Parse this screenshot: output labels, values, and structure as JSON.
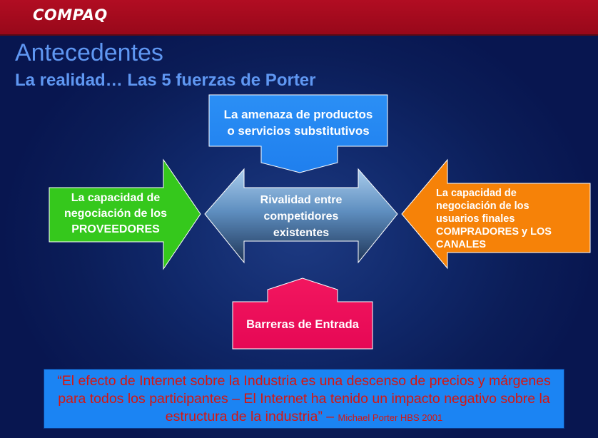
{
  "header": {
    "logo": "COMPAQ"
  },
  "slide": {
    "title": "Antecedentes",
    "subtitle_bold": "La realidad…",
    "subtitle_rest": " Las 5 fuerzas de Porter"
  },
  "forces": {
    "top_line1": "La amenaza de productos",
    "top_line2": "o servicios substitutivos",
    "left_line1": "La capacidad de",
    "left_line2": "negociación de los",
    "left_line3": "PROVEEDORES",
    "center_line1": "Rivalidad entre",
    "center_line2": "competidores",
    "center_line3": "existentes",
    "right_line1": "La capacidad de",
    "right_line2": "negociación de los",
    "right_line3": "usuarios finales",
    "right_line4": "COMPRADORES y LOS",
    "right_line5": "CANALES",
    "bottom": "Barreras de Entrada"
  },
  "quote": {
    "text": "“El efecto de Internet sobre la Industria es una descenso de precios y márgenes para todos los participantes – El Internet ha tenido un impacto negativo sobre la estructura de la industria” – ",
    "source": "Michael Porter HBS 2001"
  },
  "colors": {
    "header_red": "#a80a1e",
    "title_blue": "#5f97f2",
    "top_force": "#2b8ff5",
    "left_force": "#35c81c",
    "right_force": "#f68208",
    "bottom_force": "#ee0a5c",
    "quote_box": "#1b84f3",
    "quote_text": "#d8150f"
  }
}
